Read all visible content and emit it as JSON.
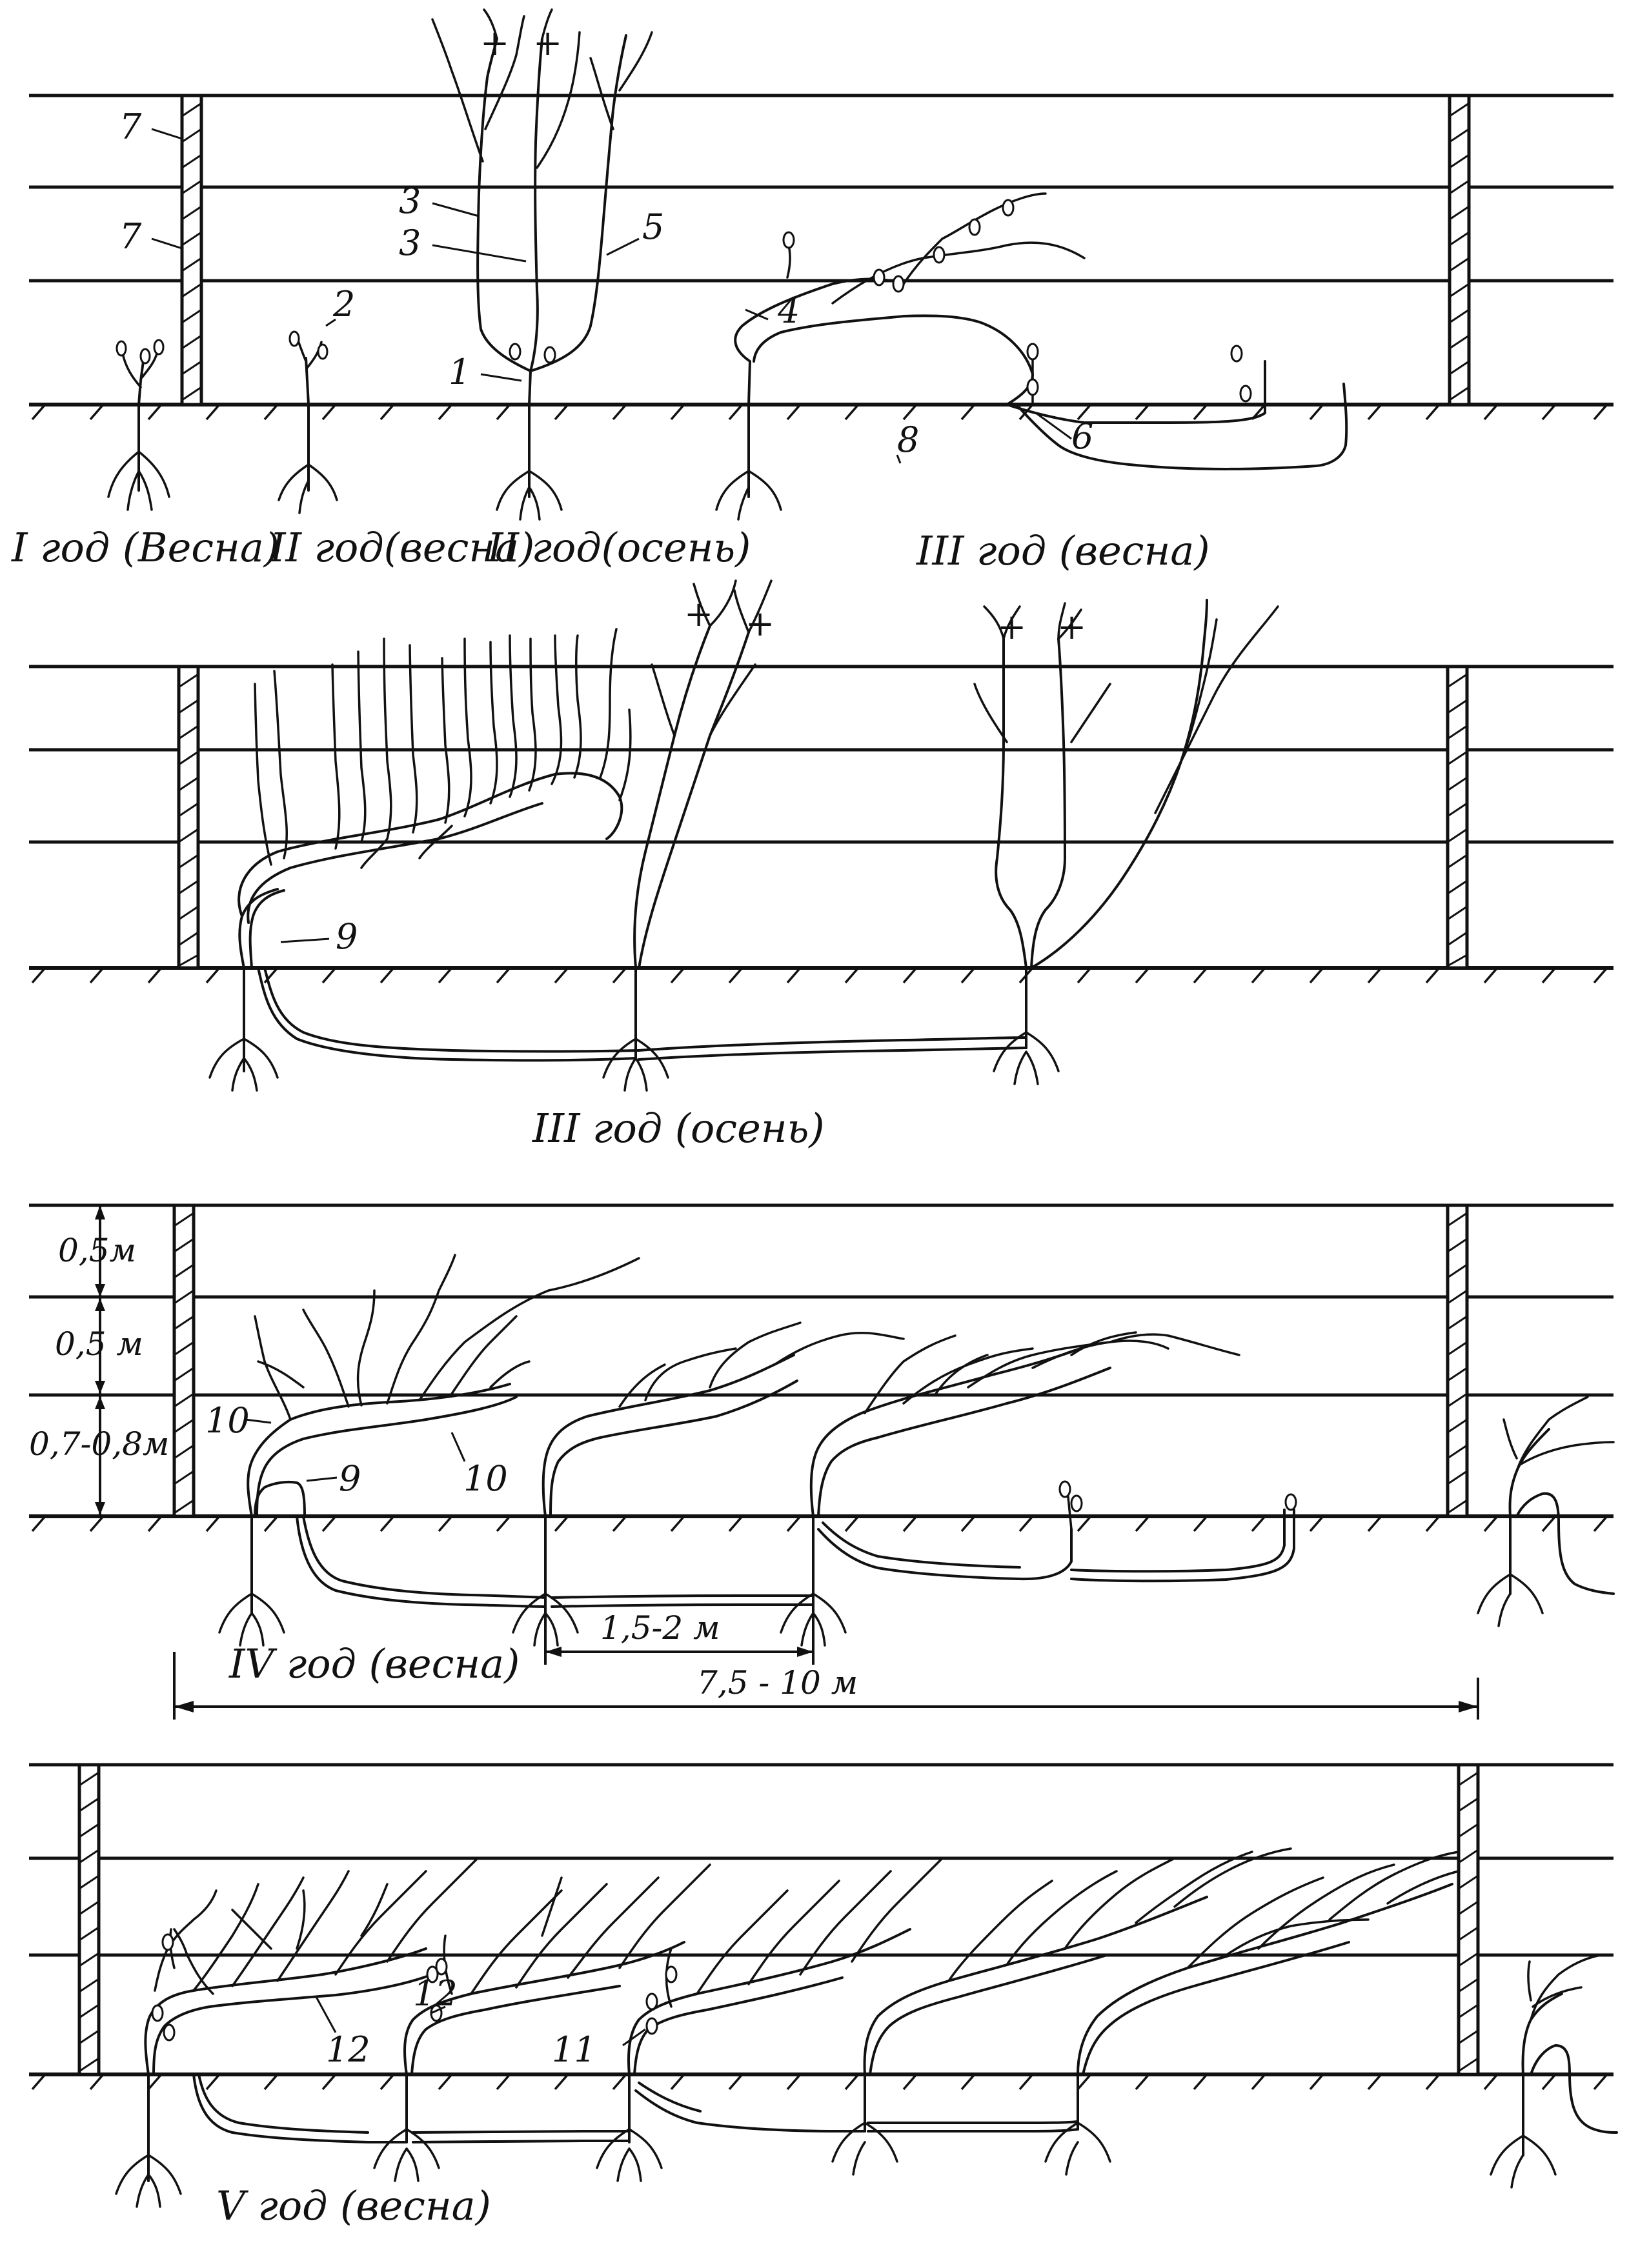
{
  "panels": [
    {
      "id": "panel1",
      "captions": [
        "I год (Весна)",
        "II год(весна)",
        "II год(осень)",
        "III год (весна)"
      ]
    },
    {
      "id": "panel2",
      "captions": [
        "III год (осень)"
      ]
    },
    {
      "id": "panel3",
      "captions": [
        "IV год (весна)"
      ]
    },
    {
      "id": "panel4",
      "captions": [
        "V год (весна)"
      ]
    }
  ],
  "labels": {
    "p1": [
      "7",
      "7",
      "2",
      "3",
      "3",
      "5",
      "1",
      "4",
      "8",
      "6"
    ],
    "p2": [
      "9"
    ],
    "p3": [
      "10",
      "9",
      "10"
    ],
    "p4": [
      "12",
      "12",
      "11"
    ]
  },
  "dimensions": {
    "wire_spacing_1": "0,5м",
    "wire_spacing_2": "0,5 м",
    "first_wire_height": "0,7-0,8м",
    "plant_spacing": "1,5-2 м",
    "post_spacing": "7,5 - 10 м"
  },
  "prune_mark": "+"
}
